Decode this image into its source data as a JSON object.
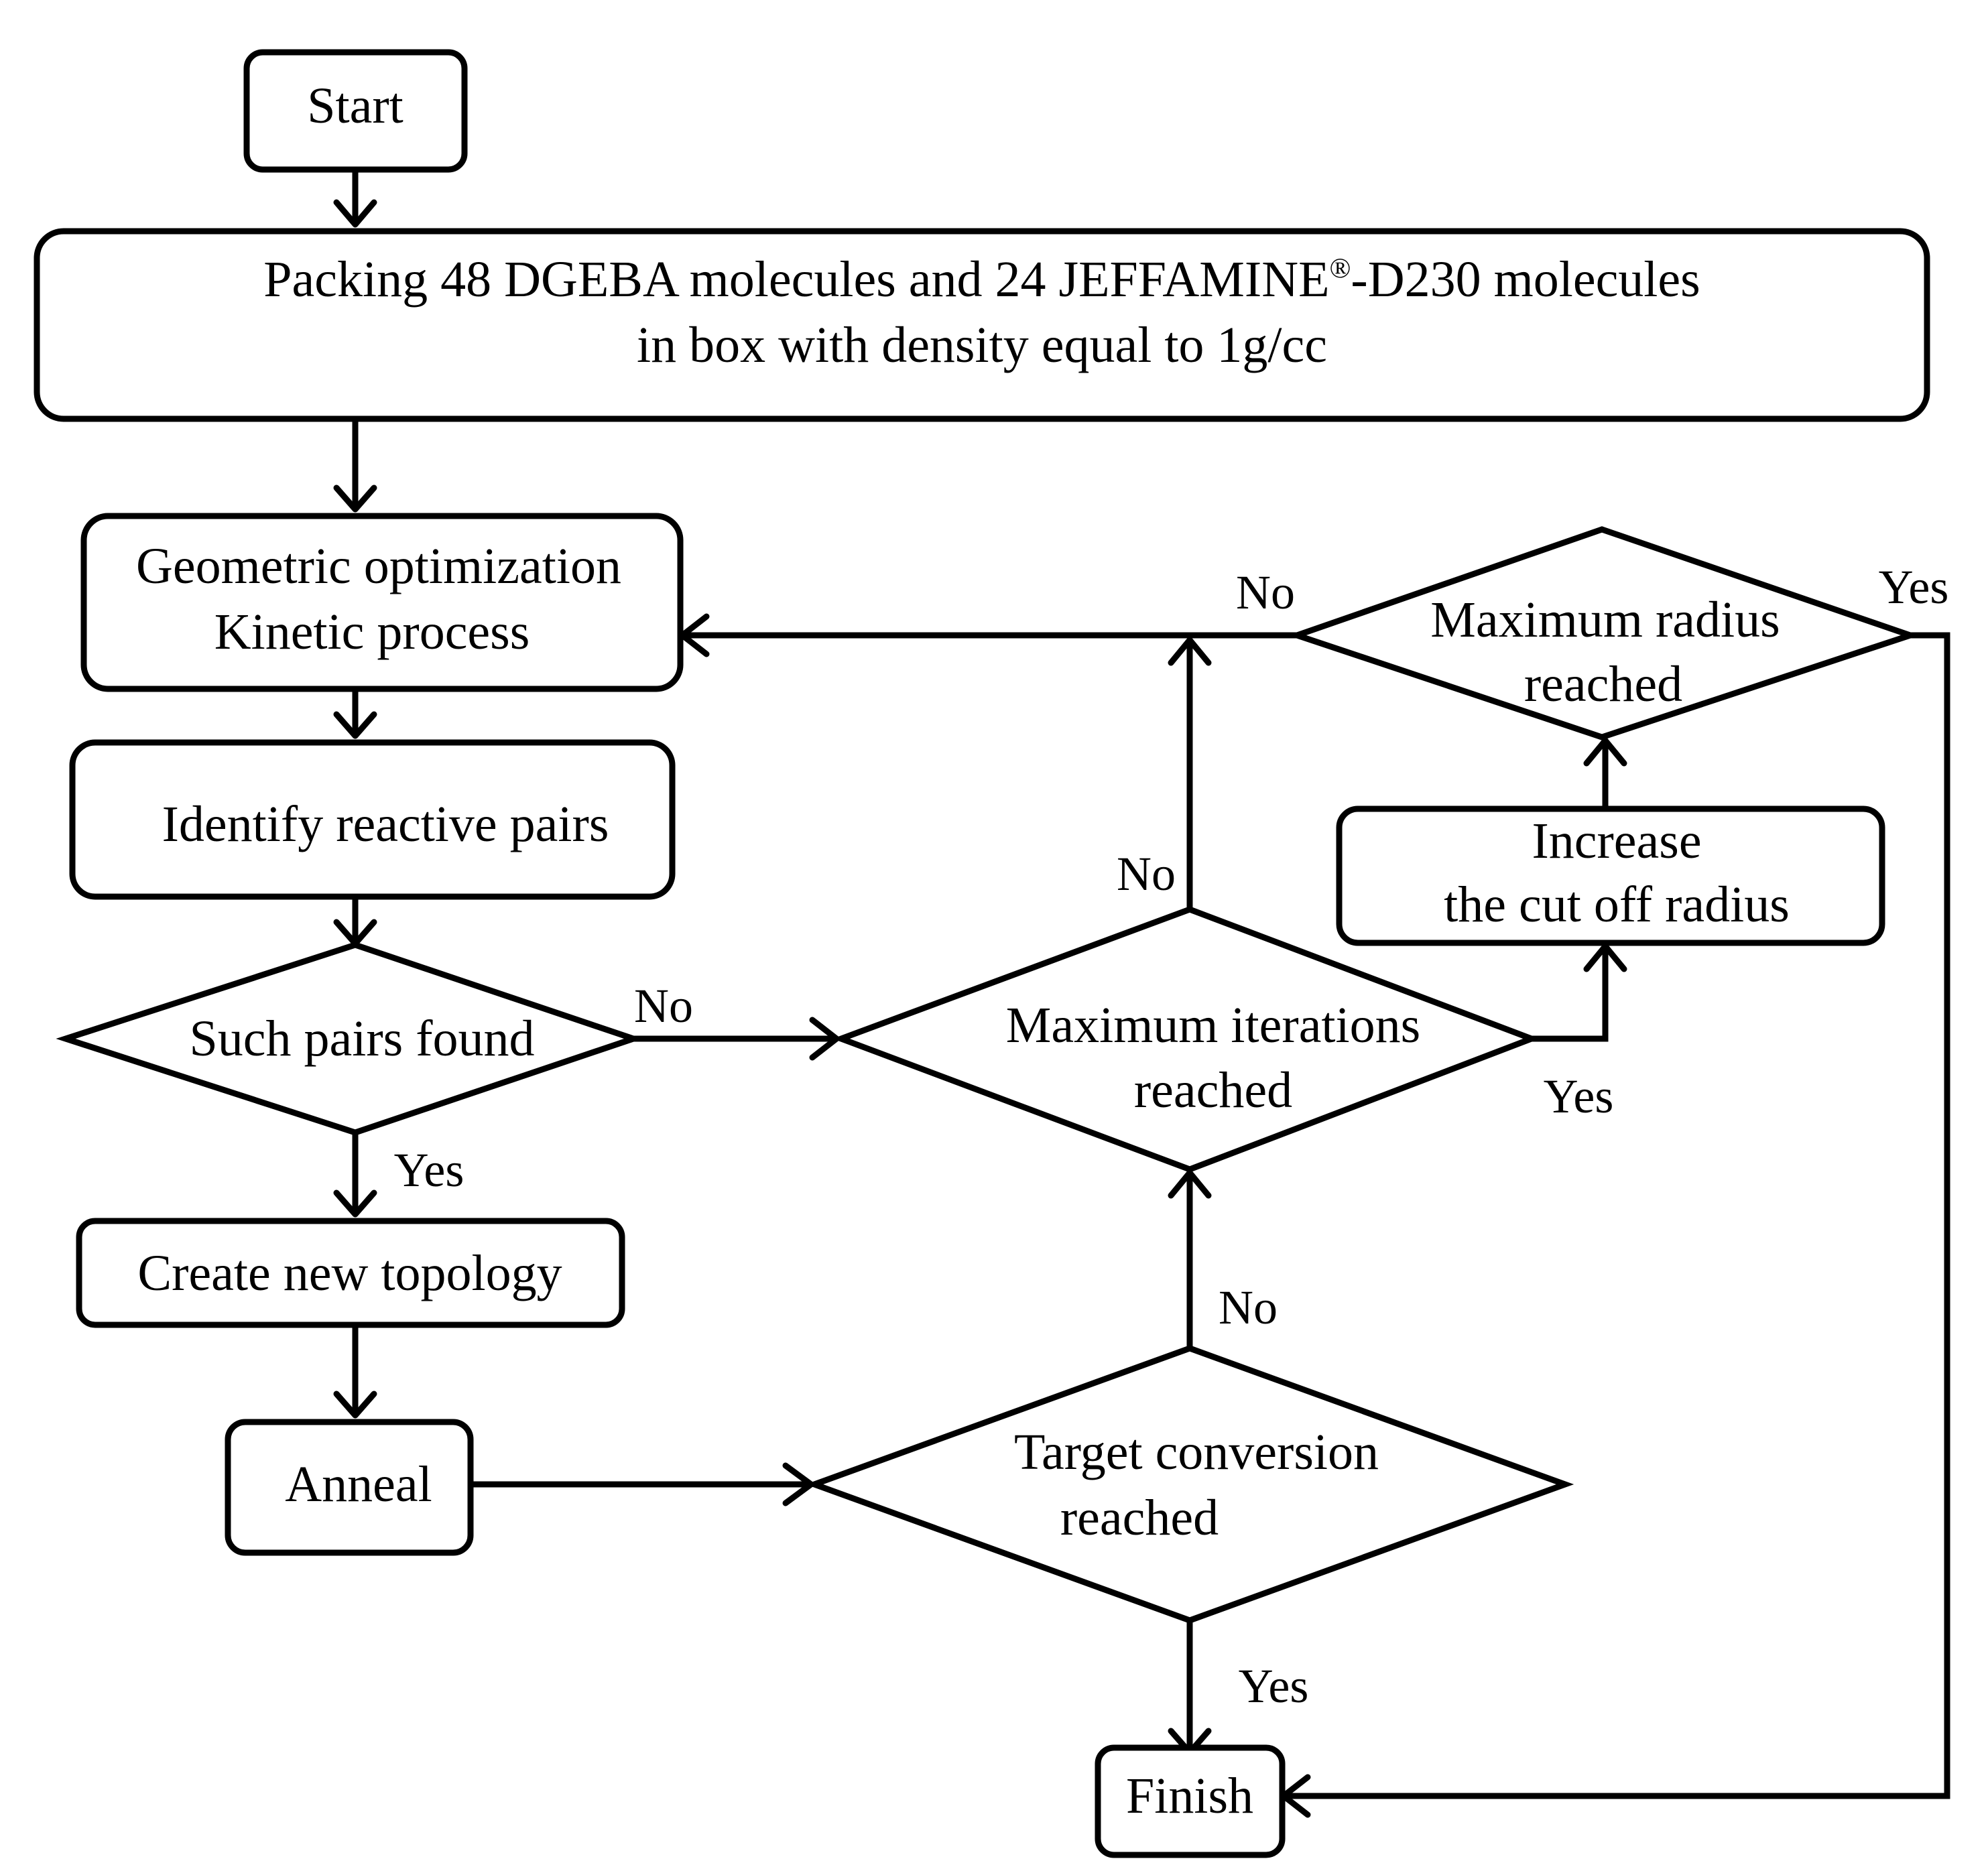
{
  "diagram": {
    "nodes": {
      "start": {
        "text": "Start"
      },
      "packing": {
        "line1_a": "Packing 48 DGEBA molecules and 24 JEFFAMINE",
        "line1_reg": "®",
        "line1_b": "-D230 molecules",
        "line2": "in box with density equal to 1g/cc"
      },
      "geometric": {
        "line1": "Geometric optimization",
        "line2": "Kinetic process"
      },
      "identify": {
        "text": "Identify reactive pairs"
      },
      "pairs_found": {
        "text": "Such pairs found"
      },
      "create_topology": {
        "text": "Create new topology"
      },
      "anneal": {
        "text": "Anneal"
      },
      "target_conversion": {
        "line1": "Target conversion",
        "line2": "reached"
      },
      "max_iterations": {
        "line1": "Maximum iterations",
        "line2": "reached"
      },
      "increase_radius": {
        "line1": "Increase",
        "line2": "the cut off radius"
      },
      "max_radius": {
        "line1": "Maximum radius",
        "line2": "reached"
      },
      "finish": {
        "text": "Finish"
      }
    },
    "edge_labels": {
      "pairs_yes": "Yes",
      "pairs_no": "No",
      "target_no": "No",
      "target_yes": "Yes",
      "iterations_no": "No",
      "iterations_yes": "Yes",
      "radius_no": "No",
      "radius_yes": "Yes"
    }
  }
}
